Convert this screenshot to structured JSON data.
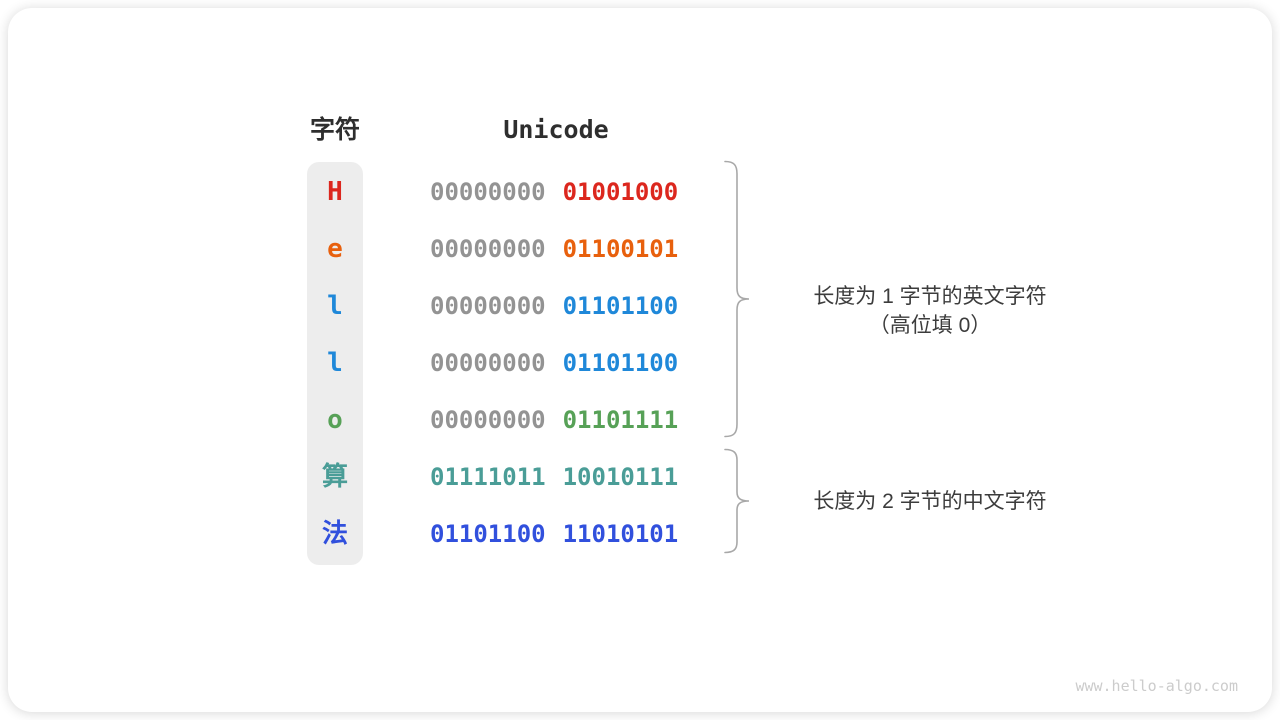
{
  "table": {
    "char_header": "字符",
    "unicode_header": "Unicode",
    "byte_gray": "#939393",
    "rows": [
      {
        "char": "H",
        "byte_high": "00000000",
        "byte_low": "01001000",
        "char_color": "#dc271e",
        "byte_high_color": "#939393",
        "byte_low_color": "#dc271e"
      },
      {
        "char": "e",
        "byte_high": "00000000",
        "byte_low": "01100101",
        "char_color": "#e8600d",
        "byte_high_color": "#939393",
        "byte_low_color": "#e8600d"
      },
      {
        "char": "l",
        "byte_high": "00000000",
        "byte_low": "01101100",
        "char_color": "#1f88d9",
        "byte_high_color": "#939393",
        "byte_low_color": "#1f88d9"
      },
      {
        "char": "l",
        "byte_high": "00000000",
        "byte_low": "01101100",
        "char_color": "#1f88d9",
        "byte_high_color": "#939393",
        "byte_low_color": "#1f88d9"
      },
      {
        "char": "o",
        "byte_high": "00000000",
        "byte_low": "01101111",
        "char_color": "#57a157",
        "byte_high_color": "#939393",
        "byte_low_color": "#57a157"
      },
      {
        "char": "算",
        "byte_high": "01111011",
        "byte_low": "10010111",
        "char_color": "#4a9d97",
        "byte_high_color": "#4a9d97",
        "byte_low_color": "#4a9d97"
      },
      {
        "char": "法",
        "byte_high": "01101100",
        "byte_low": "11010101",
        "char_color": "#3150dd",
        "byte_high_color": "#3150dd",
        "byte_low_color": "#3150dd"
      }
    ]
  },
  "annotations": {
    "english": {
      "line1": "长度为 1 字节的英文字符",
      "line2": "（高位填 0）"
    },
    "chinese": {
      "line1": "长度为 2 字节的中文字符"
    }
  },
  "brace_color": "#a8a8a8",
  "watermark": "www.hello-algo.com"
}
